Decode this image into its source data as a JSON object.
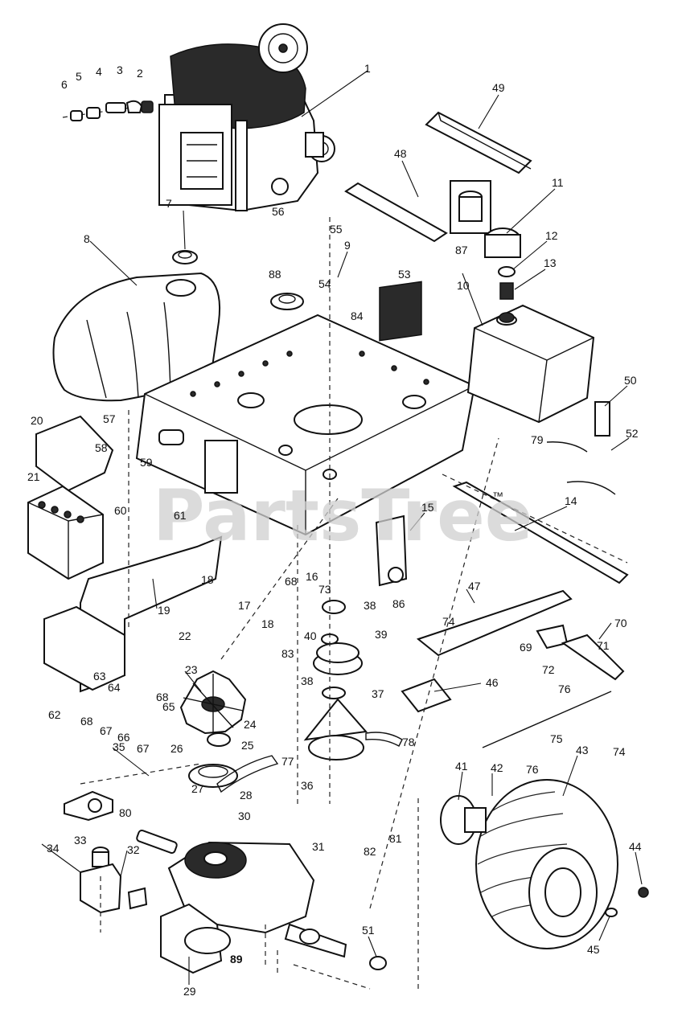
{
  "watermark": {
    "text": "PartsTree",
    "trademark": "™"
  },
  "parts": [
    {
      "id": "engine",
      "label": "1"
    },
    {
      "id": "fitting-2",
      "label": "2"
    },
    {
      "id": "elbow-3",
      "label": "3"
    },
    {
      "id": "nipple-4",
      "label": "4"
    },
    {
      "id": "coupling-5",
      "label": "5"
    },
    {
      "id": "cap-6",
      "label": "6"
    },
    {
      "id": "fuel-cap-7",
      "label": "7"
    },
    {
      "id": "fuel-tank-8",
      "label": "8"
    },
    {
      "id": "rod-9",
      "label": "9"
    },
    {
      "id": "hydraulic-tank-10",
      "label": "10"
    },
    {
      "id": "filter-11",
      "label": "11"
    },
    {
      "id": "adapter-12",
      "label": "12"
    },
    {
      "id": "fitting-13",
      "label": "13"
    },
    {
      "id": "hose-14",
      "label": "14"
    },
    {
      "id": "bracket-15",
      "label": "15"
    },
    {
      "id": "pin-16",
      "label": "16"
    },
    {
      "id": "shaft-17",
      "label": "17"
    },
    {
      "id": "bushing-18a",
      "label": "18"
    },
    {
      "id": "bushing-18b",
      "label": "18"
    },
    {
      "id": "battery-tray-19",
      "label": "19"
    },
    {
      "id": "battery-cover-20",
      "label": "20"
    },
    {
      "id": "battery-21",
      "label": "21"
    },
    {
      "id": "bolt-22",
      "label": "22"
    },
    {
      "id": "fan-23",
      "label": "23"
    },
    {
      "id": "spacer-24",
      "label": "24"
    },
    {
      "id": "key-25",
      "label": "25"
    },
    {
      "id": "belt-26",
      "label": "26"
    },
    {
      "id": "key-27",
      "label": "27"
    },
    {
      "id": "nut-28",
      "label": "28"
    },
    {
      "id": "transaxle-29",
      "label": "29"
    },
    {
      "id": "plate-30",
      "label": "30"
    },
    {
      "id": "plate-31",
      "label": "31"
    },
    {
      "id": "bracket-32",
      "label": "32"
    },
    {
      "id": "spacer-33",
      "label": "33"
    },
    {
      "id": "bracket-34",
      "label": "34"
    },
    {
      "id": "bearing-35",
      "label": "35"
    },
    {
      "id": "nut-36",
      "label": "36"
    },
    {
      "id": "idler-37",
      "label": "37"
    },
    {
      "id": "bushing-38a",
      "label": "38"
    },
    {
      "id": "bushing-38b",
      "label": "38"
    },
    {
      "id": "pulley-39",
      "label": "39"
    },
    {
      "id": "washer-40",
      "label": "40"
    },
    {
      "id": "hub-41",
      "label": "41"
    },
    {
      "id": "stud-42",
      "label": "42"
    },
    {
      "id": "wheel-43",
      "label": "43"
    },
    {
      "id": "nut-44",
      "label": "44"
    },
    {
      "id": "washer-45",
      "label": "45"
    },
    {
      "id": "plate-46",
      "label": "46"
    },
    {
      "id": "rod-47",
      "label": "47"
    },
    {
      "id": "brace-48",
      "label": "48"
    },
    {
      "id": "angle-49",
      "label": "49"
    },
    {
      "id": "fitting-50",
      "label": "50"
    },
    {
      "id": "collar-51",
      "label": "51"
    },
    {
      "id": "fitting-52",
      "label": "52"
    },
    {
      "id": "screen-53",
      "label": "53"
    },
    {
      "id": "pulley-54",
      "label": "54"
    },
    {
      "id": "spring-55",
      "label": "55"
    },
    {
      "id": "bracket-56",
      "label": "56"
    },
    {
      "id": "valve-57",
      "label": "57"
    },
    {
      "id": "clamp-58",
      "label": "58"
    },
    {
      "id": "line-59",
      "label": "59"
    },
    {
      "id": "filter-60",
      "label": "60"
    },
    {
      "id": "bracket-61",
      "label": "61"
    },
    {
      "id": "cable-62",
      "label": "62"
    },
    {
      "id": "bolt-63",
      "label": "63"
    },
    {
      "id": "spring-64",
      "label": "64"
    },
    {
      "id": "rod-65",
      "label": "65"
    },
    {
      "id": "washer-66",
      "label": "66"
    },
    {
      "id": "bolt-67a",
      "label": "67"
    },
    {
      "id": "bolt-67b",
      "label": "67"
    },
    {
      "id": "nut-68a",
      "label": "68"
    },
    {
      "id": "nut-68b",
      "label": "68"
    },
    {
      "id": "nut-68c",
      "label": "68"
    },
    {
      "id": "bracket-69",
      "label": "69"
    },
    {
      "id": "bracket-70",
      "label": "70"
    },
    {
      "id": "pin-71",
      "label": "71"
    },
    {
      "id": "washer-72",
      "label": "72"
    },
    {
      "id": "shaft-73",
      "label": "73"
    },
    {
      "id": "clip-74a",
      "label": "74"
    },
    {
      "id": "clip-74b",
      "label": "74"
    },
    {
      "id": "rod-75",
      "label": "75"
    },
    {
      "id": "fitting-76a",
      "label": "76"
    },
    {
      "id": "fitting-76b",
      "label": "76"
    },
    {
      "id": "belt-77",
      "label": "77"
    },
    {
      "id": "belt-78",
      "label": "78"
    },
    {
      "id": "hose-79",
      "label": "79"
    },
    {
      "id": "fitting-80",
      "label": "80"
    },
    {
      "id": "valve-81",
      "label": "81"
    },
    {
      "id": "elbow-82",
      "label": "82"
    },
    {
      "id": "pin-83",
      "label": "83"
    },
    {
      "id": "plate-84",
      "label": "84"
    },
    {
      "id": "pin-86",
      "label": "86"
    },
    {
      "id": "element-87",
      "label": "87"
    },
    {
      "id": "washer-88",
      "label": "88"
    },
    {
      "id": "motor-89",
      "label": "89"
    }
  ]
}
